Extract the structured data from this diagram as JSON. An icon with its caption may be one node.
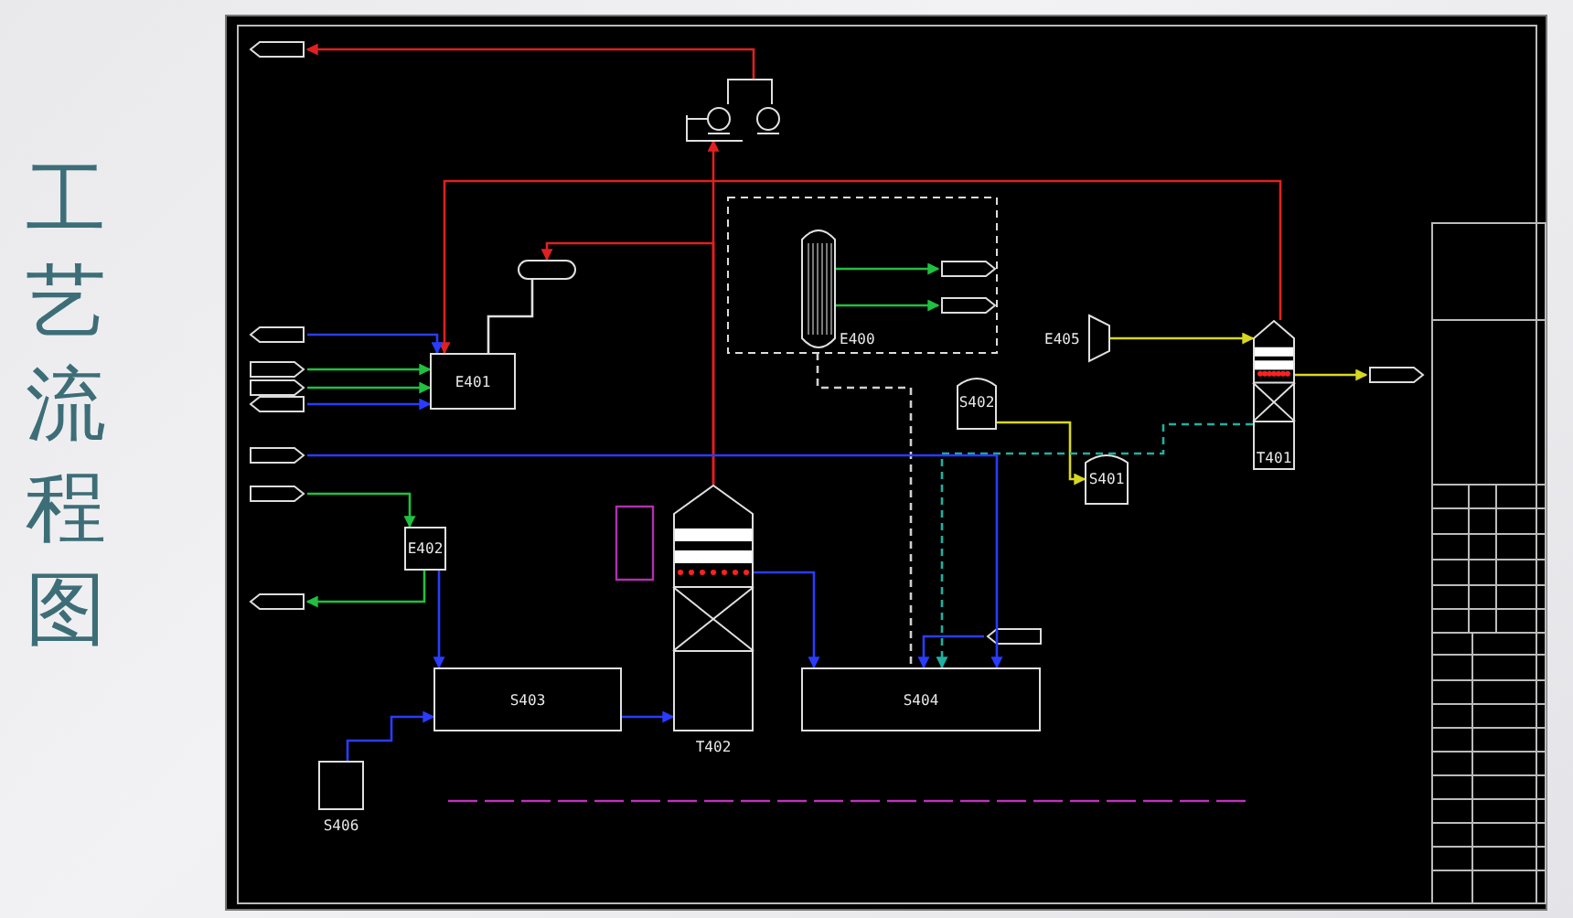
{
  "diagram": {
    "title": "工艺流程图",
    "nodes": [
      {
        "text": [
          "E401"
        ]
      },
      {
        "text": [
          "E400"
        ]
      },
      {
        "text": [
          "E402"
        ]
      },
      {
        "text": [
          "E405"
        ]
      },
      {
        "text": [
          "S402"
        ]
      },
      {
        "text": [
          "S401"
        ]
      },
      {
        "text": [
          "T401"
        ]
      },
      {
        "text": [
          "T402"
        ]
      },
      {
        "text": [
          "S403"
        ]
      },
      {
        "text": [
          "S404"
        ]
      },
      {
        "text": [
          "S406"
        ]
      },
      {
        "text": [],
        "shape": "pump"
      },
      {
        "text": [],
        "shape": "cylinder"
      }
    ],
    "edges": [
      {
        "from": 7,
        "to": 11,
        "arrow": "to",
        "color": "#e02020"
      },
      {
        "from": 11,
        "to": null,
        "arrow": "to",
        "color": "#e02020"
      },
      {
        "from": 6,
        "to": 0,
        "arrow": "to",
        "color": "#e02020"
      },
      {
        "from": 7,
        "to": 12,
        "arrow": "to",
        "color": "#e02020"
      },
      {
        "from": 12,
        "to": 0,
        "arrow": "none",
        "color": "#e0e0e0"
      },
      {
        "from": null,
        "to": 0,
        "arrow": "to"
      },
      {
        "from": null,
        "to": 0,
        "arrow": "to",
        "color": "#20c040"
      },
      {
        "from": null,
        "to": 0,
        "arrow": "to",
        "color": "#20c040"
      },
      {
        "from": null,
        "to": 0,
        "arrow": "to"
      },
      {
        "from": 1,
        "to": null,
        "arrow": "to",
        "color": "#20c040"
      },
      {
        "from": 1,
        "to": null,
        "arrow": "to",
        "color": "#20c040"
      },
      {
        "from": null,
        "to": 2,
        "arrow": "to",
        "color": "#20c040"
      },
      {
        "from": 2,
        "to": null,
        "arrow": "to",
        "color": "#20c040"
      },
      {
        "from": 2,
        "to": 8,
        "arrow": "to"
      },
      {
        "from": 8,
        "to": 7,
        "arrow": "to"
      },
      {
        "from": 10,
        "to": 8,
        "arrow": "to"
      },
      {
        "from": null,
        "to": 9,
        "arrow": "to"
      },
      {
        "from": 4,
        "to": 5,
        "arrow": "to",
        "color": "#d8d820"
      },
      {
        "from": 3,
        "to": 6,
        "arrow": "to",
        "color": "#d8d820"
      },
      {
        "from": 6,
        "to": null,
        "arrow": "to",
        "color": "#d8d820"
      },
      {
        "from": 6,
        "to": 9,
        "arrow": "to",
        "style": "dashed",
        "color": "#20b0a0"
      },
      {
        "from": 1,
        "to": 9,
        "arrow": "none",
        "style": "dashed",
        "color": "#d0d0d0"
      },
      {
        "from": null,
        "to": 9,
        "arrow": "to"
      },
      {
        "from": 7,
        "to": 9,
        "arrow": "to"
      }
    ]
  }
}
